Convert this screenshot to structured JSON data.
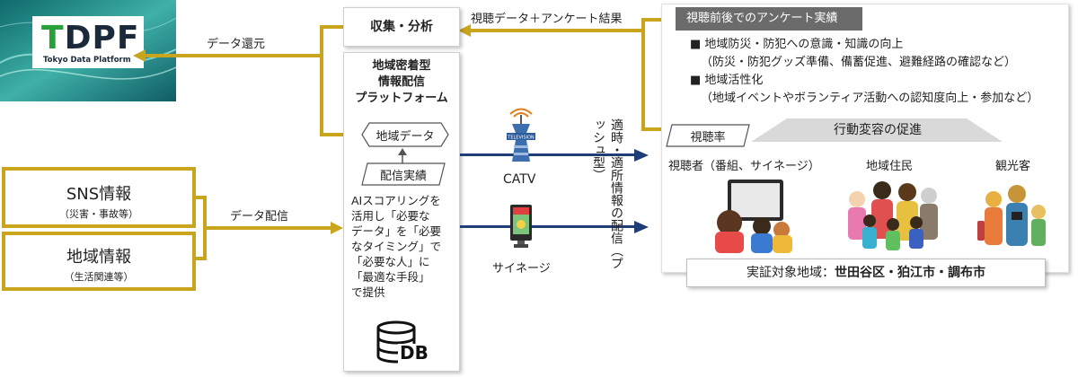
{
  "tdpf": {
    "title": "TDPF",
    "subtitle": "Tokyo Data Platform"
  },
  "labels": {
    "data_return": "データ還元",
    "data_delivery": "データ配信",
    "viewing_plus_survey": "視聴データ＋アンケート結果",
    "collect_analyze": "収集・分析",
    "catv": "CATV",
    "signage": "サイネージ",
    "timely_delivery": "適時・適所情報の配信（プッシュ型）",
    "behavior_change": "行動変容の促進"
  },
  "platform": {
    "title_lines": [
      "地域密着型",
      "情報配信",
      "プラットフォーム"
    ],
    "local_data": "地域データ",
    "delivery_record": "配信実績",
    "body_lines": [
      "AIスコアリングを",
      "活用し「必要な",
      "データ」を「必要",
      "なタイミング」で",
      "「必要な人」に",
      "「最適な手段」",
      "で提供"
    ],
    "db_label": "DB"
  },
  "sources": [
    {
      "title": "SNS情報",
      "subtitle": "（災害・事故等）"
    },
    {
      "title": "地域情報",
      "subtitle": "（生活関連等）"
    }
  ],
  "survey": {
    "header": "視聴前後でのアンケート実績",
    "items": [
      {
        "main": "■ 地域防災・防犯への意識・知識の向上",
        "sub": "（防災・防犯グッズ準備、備蓄促進、避難経路の確認など）"
      },
      {
        "main": "■ 地域活性化",
        "sub": "（地域イベントやボランティア活動への認知度向上・参加など）"
      }
    ]
  },
  "viewing_rate": "視聴率",
  "audiences": [
    "視聴者（番組、サイネージ）",
    "地域住民",
    "観光客"
  ],
  "region": {
    "prefix": "実証対象地域：",
    "names": "世田谷区・狛江市・調布市"
  },
  "icons": {
    "tv_tower": "tv-tower-icon",
    "signage": "signage-icon",
    "db": "database-icon"
  },
  "colors": {
    "gold": "#c8a51c",
    "navy": "#1f3e78",
    "teal": "#1a6f6f"
  }
}
